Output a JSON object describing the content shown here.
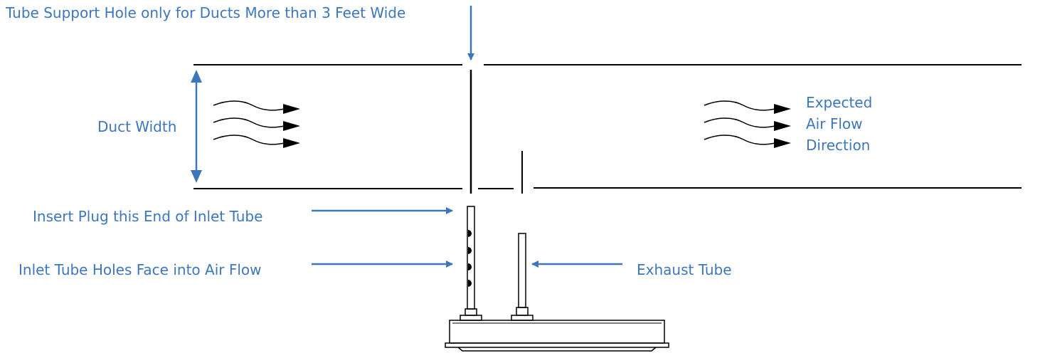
{
  "labels": {
    "tube_support": "Tube Support Hole only for Ducts More than 3 Feet Wide",
    "duct_width": "Duct Width",
    "flow_line1": "Expected",
    "flow_line2": "Air Flow",
    "flow_line3": "Direction",
    "insert_plug": "Insert Plug this End of Inlet Tube",
    "inlet_holes": "Inlet Tube Holes Face into Air Flow",
    "exhaust_tube": "Exhaust Tube"
  },
  "colors": {
    "annotation": "#3c77bd",
    "line": "#000000"
  }
}
